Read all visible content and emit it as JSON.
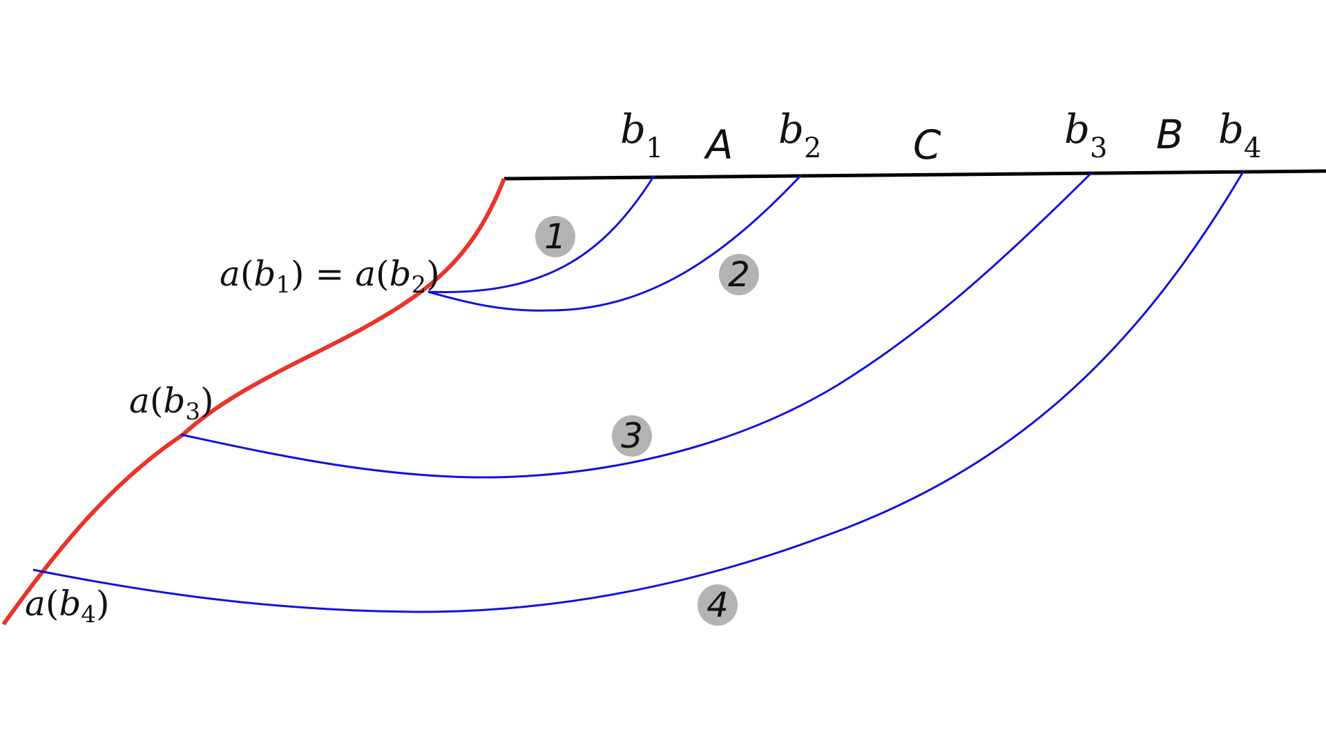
{
  "colors": {
    "top_line": "#000000",
    "red_curve": "#e8342a",
    "blue_curves": "#1010e0",
    "badge_fill": "#b3b3b3",
    "text": "#111111"
  },
  "top_labels": {
    "b1": {
      "base": "b",
      "sub": "1"
    },
    "b2": {
      "base": "b",
      "sub": "2"
    },
    "b3": {
      "base": "b",
      "sub": "3"
    },
    "b4": {
      "base": "b",
      "sub": "4"
    },
    "A": "A",
    "B": "B",
    "C": "C"
  },
  "left_labels": {
    "ab1_eq_ab2": {
      "a": "a",
      "b": "b",
      "sub1": "1",
      "eq": "=",
      "sub2": "2"
    },
    "ab3": {
      "a": "a",
      "b": "b",
      "sub": "3"
    },
    "ab4": {
      "a": "a",
      "b": "b",
      "sub": "4"
    }
  },
  "badges": [
    "1",
    "2",
    "3",
    "4"
  ]
}
